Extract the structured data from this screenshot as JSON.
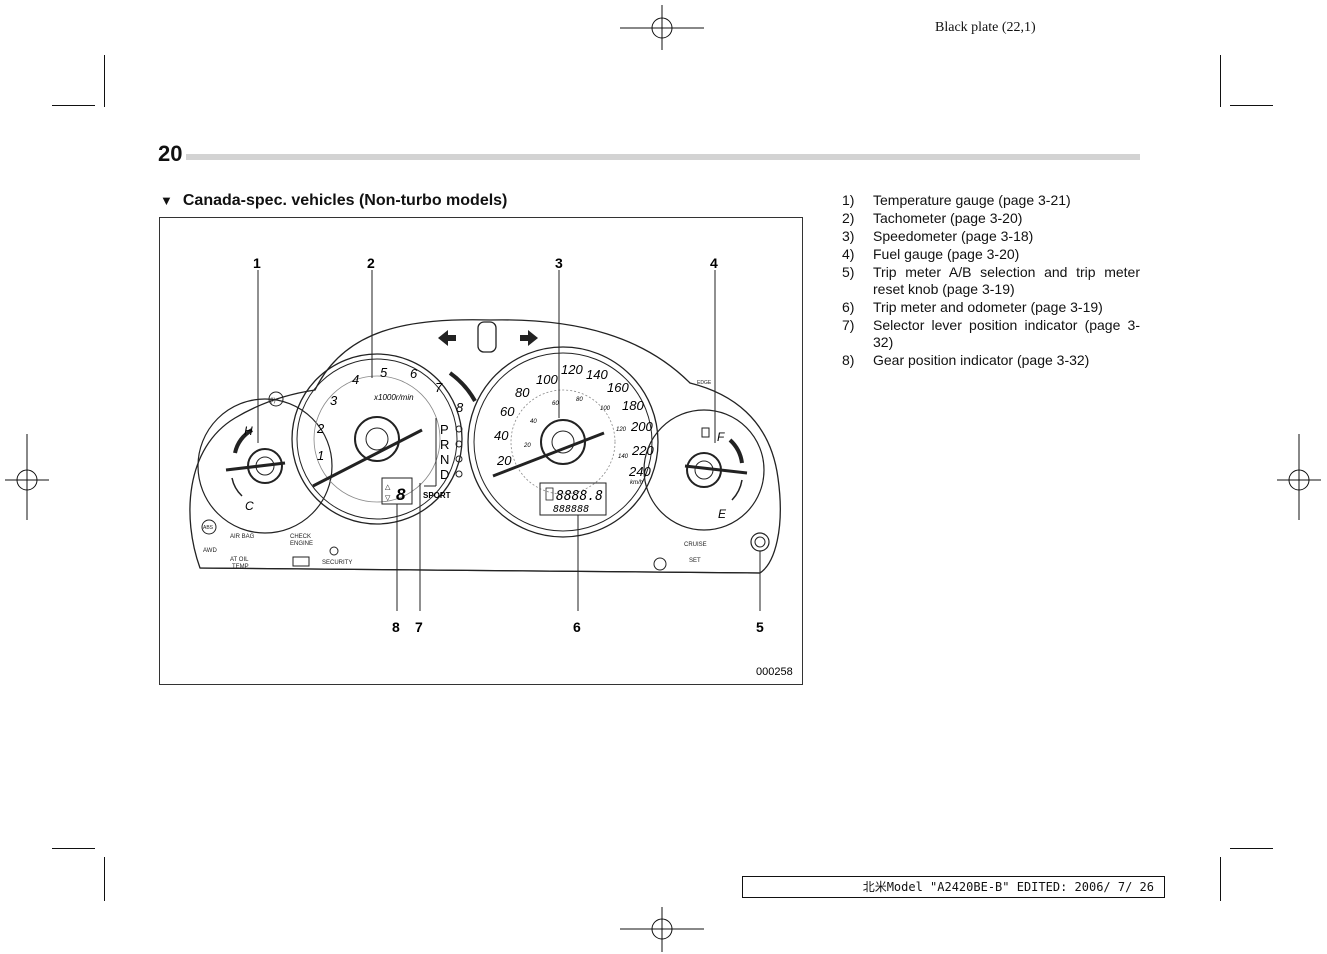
{
  "plate_label": "Black plate (22,1)",
  "page_number": "20",
  "section_heading": "Canada-spec. vehicles (Non-turbo models)",
  "figure": {
    "figure_code": "000258",
    "callouts": [
      "1",
      "2",
      "3",
      "4",
      "5",
      "6",
      "7",
      "8"
    ],
    "tachometer": {
      "ticks": [
        "1",
        "2",
        "3",
        "4",
        "5",
        "6",
        "7",
        "8"
      ],
      "unit": "x1000r/min"
    },
    "speedometer": {
      "outer_ticks": [
        "20",
        "40",
        "60",
        "80",
        "100",
        "120",
        "140",
        "160",
        "180",
        "200",
        "220",
        "240"
      ],
      "inner_ticks": [
        "20",
        "40",
        "60",
        "80",
        "100",
        "120",
        "140"
      ],
      "unit": "km/h",
      "odometer_top": "8888.8",
      "odometer_bottom": "888888"
    },
    "temperature_gauge": {
      "high": "H",
      "low": "C"
    },
    "fuel_gauge": {
      "full": "F",
      "empty": "E"
    },
    "selector": {
      "positions": [
        "P",
        "R",
        "N",
        "D"
      ],
      "sport": "SPORT",
      "gear_digit": "8"
    },
    "warning_labels": {
      "air_bag": "AIR BAG",
      "check_engine_1": "CHECK",
      "check_engine_2": "ENGINE",
      "awd": "AWD",
      "at_oil_temp_1": "AT OIL",
      "at_oil_temp_2": "TEMP",
      "security": "SECURITY",
      "cruise": "CRUISE",
      "set": "SET",
      "abs": "ABS",
      "brake": "(!)",
      "edge": "EDGE"
    }
  },
  "legend_items": [
    {
      "num": "1)",
      "text": "Temperature gauge (page 3-21)"
    },
    {
      "num": "2)",
      "text": "Tachometer (page 3-20)"
    },
    {
      "num": "3)",
      "text": "Speedometer (page 3-18)"
    },
    {
      "num": "4)",
      "text": "Fuel gauge (page 3-20)"
    },
    {
      "num": "5)",
      "text": "Trip meter A/B selection and trip meter reset knob (page 3-19)"
    },
    {
      "num": "6)",
      "text": "Trip meter and odometer (page 3-19)"
    },
    {
      "num": "7)",
      "text": "Selector lever position indicator (page 3-32)"
    },
    {
      "num": "8)",
      "text": "Gear position indicator (page 3-32)"
    }
  ],
  "footer_text": "北米Model \"A2420BE-B\" EDITED: 2006/ 7/ 26"
}
